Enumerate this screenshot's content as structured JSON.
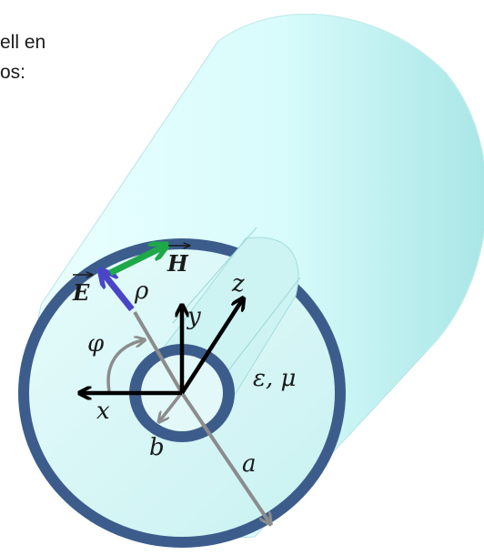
{
  "caption": {
    "line1": "ell en",
    "line2": "os:"
  },
  "labels": {
    "E": "E",
    "H": "H",
    "rho": "ρ",
    "z": "z",
    "y": "y",
    "x": "x",
    "phi": "φ",
    "eps_mu": "ε, μ",
    "b": "b",
    "a": "a"
  },
  "icons": {
    "arrow_vector_E": "over-arrow",
    "arrow_vector_H": "over-arrow"
  },
  "colors": {
    "cylinder_fill": "#e6ffff",
    "cylinder_shade": "#9fdede",
    "conductor": "#3c5d8c",
    "axes": "#000000",
    "radius": "#8c8c8c",
    "E_field": "#4a45c8",
    "H_field": "#1fa84a"
  }
}
